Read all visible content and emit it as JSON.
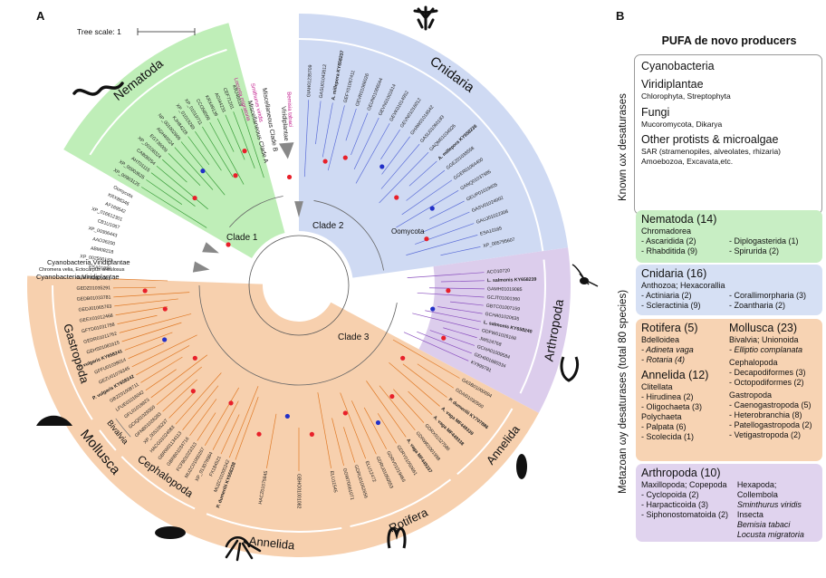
{
  "panel_a": {
    "letter": "A",
    "tree_scale": "Tree scale: 1",
    "clades": [
      "Clade 1",
      "Clade 2",
      "Clade 3"
    ],
    "outer_groups": [
      "Nematoda",
      "Cnidaria",
      "Arthropoda",
      "Annelida",
      "Rotifera",
      "Annelida",
      "Cephalopoda",
      "Bivalvia",
      "Gastropoda",
      "Mollusca"
    ],
    "inner_labels": [
      "Miscellaneous Clade A",
      "Miscellaneous Clade B",
      "Viridiplantae",
      "Oomycota",
      "Cyanobacteria,Viridiplantae",
      "Cyanobacteria,Viridiplantae"
    ],
    "inner_colored": [
      "Smithurus viridis",
      "Locusta migratoria",
      "Bemisia tabaci"
    ],
    "chromera": "Chromera velia, Ectocarpus siliculosus",
    "tips_nematoda": [
      "XP_00903125",
      "XP_00903625",
      "AHT01115",
      "CAB09254",
      "XP_00108324",
      "EGT36009",
      "AGH40024",
      "NP_001002969",
      "KJH84228",
      "XP_01019289",
      "XP_01019711",
      "CCO56009",
      "KRX49139",
      "AGI44231",
      "CEF71201",
      "KRJ46516"
    ],
    "tips_cnidaria": [
      "GIAH01235709",
      "GASU01043512",
      "A. millepora KY658237",
      "GEFY01067411",
      "GEVR01066026",
      "GEUN01066044",
      "GEVN01001614",
      "GEVK01014952",
      "GEVN01016012",
      "GHAW01016542",
      "GASU01060193",
      "GAQM01034926",
      "A. millepora KY658236",
      "GGEZ01038558",
      "GGER01064400",
      "GANQ01037985",
      "GEUP01019405",
      "GASV01024002",
      "GAUJ01022308",
      "ESA10165",
      "XP_005795607"
    ],
    "tips_arthropoda": [
      "ACO10720",
      "L. salmonis KY658239",
      "GAMH01019085",
      "GCJT01001360",
      "GBTC01007159",
      "GCHA01020635",
      "L. salmonis KY658240",
      "GDFW01026168",
      "JW524768",
      "GCHA01009584",
      "GEH001680334",
      "KY999781"
    ],
    "tips_rotifera": [
      "GASB01000094",
      "GDAI01030560",
      "P. dumerilii KY707886",
      "A. vaga MF449339",
      "A. vaga MF449338",
      "GDRX01027586",
      "GDRW01001998",
      "A. vaga MF449337",
      "GDRY01050861",
      "GDRV01019465",
      "GDRU01050553",
      "ELU12472",
      "GDRU01062656",
      "GGW70061071"
    ],
    "tips_mollusca": [
      "MUZC01000242",
      "FX184521",
      "XP_013078984",
      "MUZC01000267",
      "FCFB01023313",
      "GBRB01034716",
      "GBRW01134113",
      "HACG01024083",
      "XP_005105237",
      "GFNB01026283",
      "GCIQ01029360",
      "GFL01018923",
      "LFUE01016042",
      "GBZZ01008711",
      "P. vulgaris KY658242",
      "GEZU01078345",
      "GFFU01039014",
      "P. vulgaris KY658241",
      "GEHS01081615",
      "GEDR01011762",
      "GFTD01031798",
      "GEEX01012468",
      "GEDJ01065763",
      "GEDB01033781",
      "GEDZ01035291",
      "GBRP01001001"
    ],
    "tips_annelida": [
      "ELU11545",
      "GBHO01001082",
      "HACZ01075845",
      "P. dumerilii KY658238"
    ],
    "tips_misc": [
      "ESA01038",
      "XP_002500133",
      "ABM08218",
      "AAO36200",
      "XP_00306443",
      "CB1U1067",
      "XP_016612301",
      "AF169542",
      "KRX88346",
      "Oomycota"
    ]
  },
  "panel_b": {
    "letter": "B",
    "heading": "PUFA de novo producers",
    "known_label": "Known ωx desaturases",
    "metazoan_label": "Metazoan ωy desaturases (total 80 species)",
    "plus": "+",
    "known": [
      {
        "title": "Cyanobacteria",
        "sub": ""
      },
      {
        "title": "Viridiplantae",
        "sub": "Chlorophyta, Streptophyta"
      },
      {
        "title": "Fungi",
        "sub": "Mucoromycota, Dikarya"
      },
      {
        "title": "Other protists & microalgae",
        "sub": "SAR (stramenopiles, alveolates, rhizaria)",
        "sub2": "Amoebozoa, Excavata,etc."
      }
    ],
    "nematoda": {
      "title": "Nematoda (14)",
      "sub": "Chromadorea",
      "c1a": "- Ascaridida (2)",
      "c1b": "- Rhabditida (9)",
      "c2a": "- Diplogasterida (1)",
      "c2b": "- Spirurida (2)"
    },
    "cnidaria": {
      "title": "Cnidaria (16)",
      "sub": "Anthozoa; Hexacorallia",
      "c1a": "- Actiniaria (2)",
      "c1b": "- Scleractinia (9)",
      "c2a": "- Corallimorpharia (3)",
      "c2b": "- Zoantharia (2)"
    },
    "rotifera": {
      "title": "Rotifera (5)",
      "sub": "Bdelloidea",
      "a": "- Adineta vaga",
      "b": "- Rotaria (4)"
    },
    "annelida": {
      "title": "Annelida (12)",
      "sub1": "Clitellata",
      "a": "- Hirudinea (2)",
      "b": "- Oligochaeta (3)",
      "sub2": "Polychaeta",
      "c": "- Palpata (6)",
      "d": "- Scolecida (1)"
    },
    "mollusca": {
      "title": "Mollusca (23)",
      "sub1": "Bivalvia; Unionoida",
      "a": "- Elliptio complanata",
      "sub2": "Cephalopoda",
      "b": "- Decapodiformes (3)",
      "c": "- Octopodiformes (2)",
      "sub3": "Gastropoda",
      "d": "- Caenogastropoda (5)",
      "e": "- Heterobranchia (8)",
      "f": "- Patellogastropoda (2)",
      "g": "- Vetigastropoda (2)"
    },
    "arthropoda": {
      "title": "Arthropoda (10)",
      "sub1": "Maxillopoda; Copepoda",
      "a": "- Cyclopoida (2)",
      "b": "- Harpacticoida (3)",
      "c": "- Siphonostomatoida (2)",
      "sub2": "Hexapoda;",
      "sub3": "Collembola",
      "d": "Sminthurus viridis",
      "sub4": "Insecta",
      "e": "Bemisia tabaci",
      "f": "Locusta migratoria"
    }
  },
  "colors": {
    "nematoda": "#bfeeb8",
    "cnidaria": "#cfdaf3",
    "arthropoda": "#dccdec",
    "mollusca": "#f7d0ae",
    "node_red": "#e8202a",
    "node_blue": "#2230c8",
    "label_magenta": "#c21a8c"
  }
}
